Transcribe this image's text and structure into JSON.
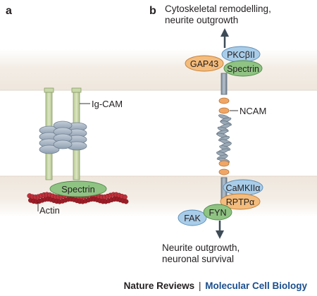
{
  "panels": {
    "a": "a",
    "b": "b"
  },
  "labels": {
    "ig_cam": "Ig-CAM",
    "spectrin_a": "Spectrin",
    "actin": "Actin",
    "top_line1": "Cytoskeletal remodelling,",
    "top_line2": "neurite outgrowth",
    "pkc": "PKCβII",
    "gap43": "GAP43",
    "spectrin_b": "Spectrin",
    "ncam": "NCAM",
    "camkii": "CaMKIIα",
    "rptp": "RPTPα",
    "fyn": "FYN",
    "fak": "FAK",
    "bottom_line1": "Neurite outgrowth,",
    "bottom_line2": "neuronal survival"
  },
  "footer": {
    "journal": "Nature Reviews",
    "separator": "|",
    "subject": "Molecular Cell Biology"
  },
  "colors": {
    "membrane_band": "#f1ebe4",
    "membrane_edge": "#e4d9cc",
    "immunoglobulin_domain": "#a8b5c3",
    "transmembrane_stem": "#c9d8a8",
    "green_protein": "#8fc383",
    "blue_protein": "#a9cde9",
    "orange_protein": "#f4bc7c",
    "actin_red": "#b5252f",
    "ncam_domain": "#f0a766",
    "arrow": "#3d4b57",
    "footer_blue": "#1b4f8e"
  }
}
